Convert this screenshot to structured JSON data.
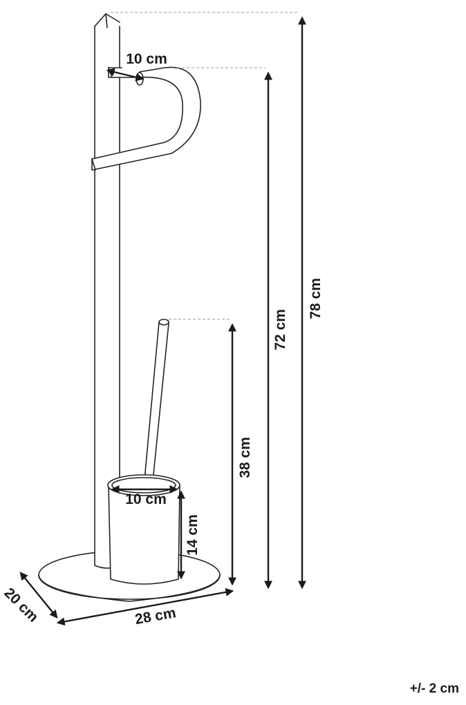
{
  "dimensions": {
    "holder_width": "10 cm",
    "total_height": "78 cm",
    "roll_holder_height": "72 cm",
    "brush_height": "38 cm",
    "cup_diameter": "10 cm",
    "cup_height": "14 cm",
    "base_width": "28 cm",
    "base_depth": "20 cm"
  },
  "tolerance": "+/- 2 cm"
}
